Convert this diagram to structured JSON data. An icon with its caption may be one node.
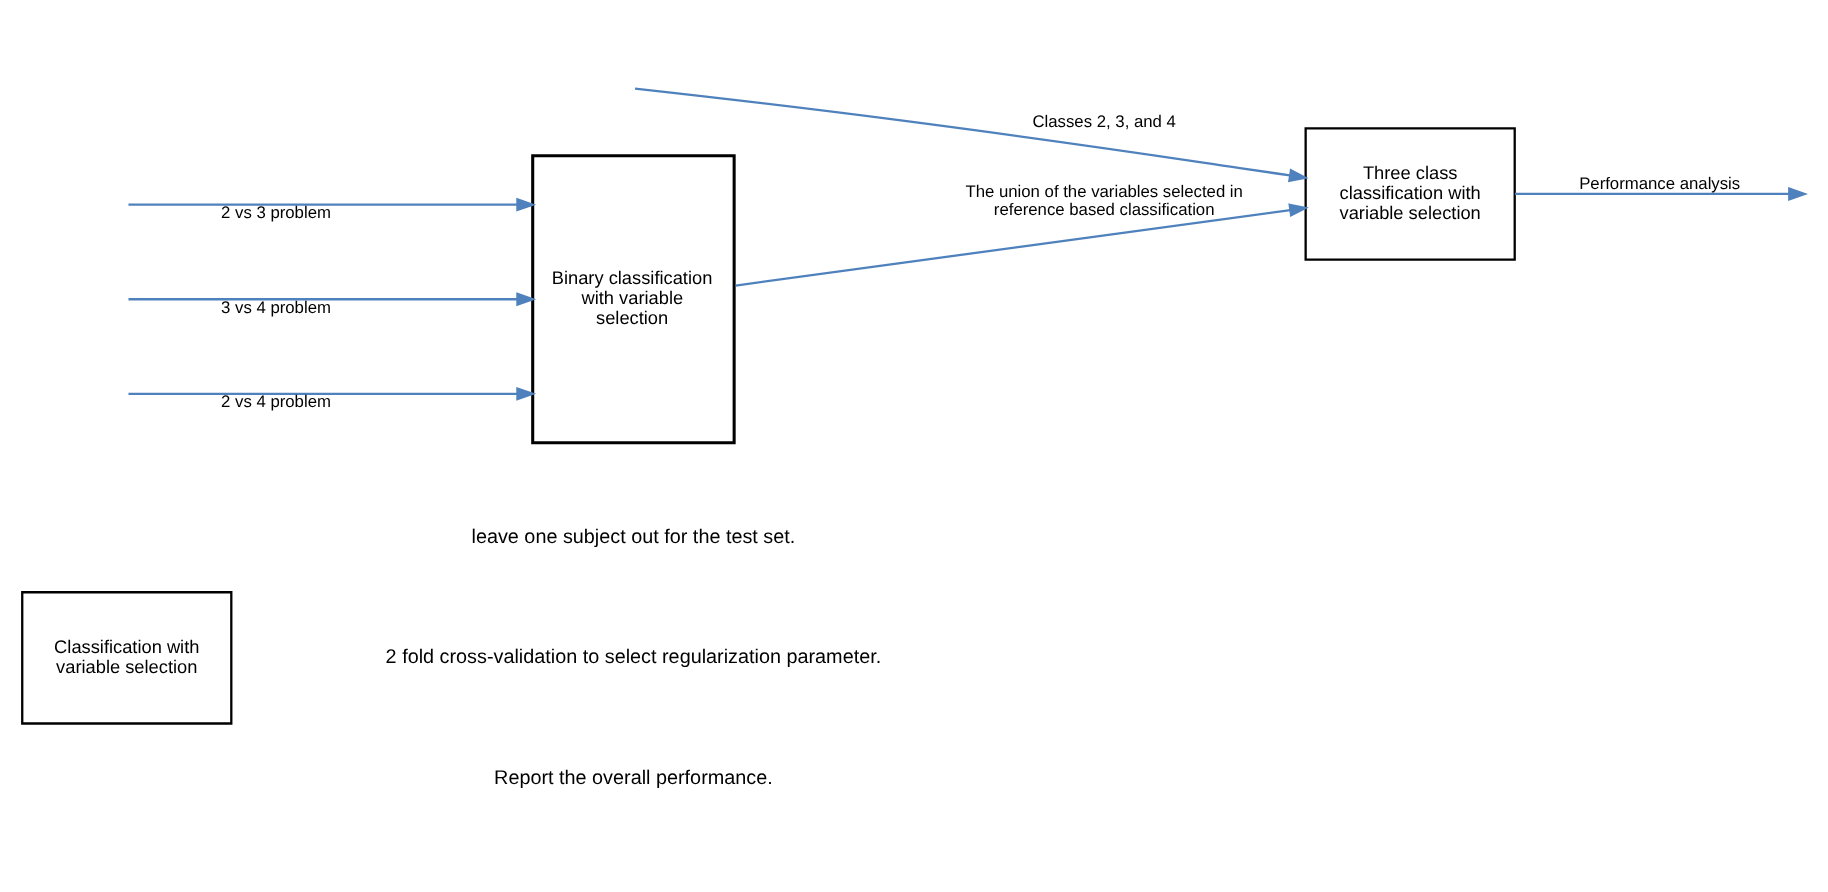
{
  "diagram": {
    "nodes": [
      {
        "text": [
          "Classification with variable selection"
        ]
      },
      {
        "text": [
          "Binary classification with variable selection"
        ]
      },
      {
        "text": [
          "Three class classification with variable selection"
        ]
      }
    ],
    "edges": [
      {
        "from": null,
        "to": 1,
        "arrow": "to",
        "label": "2 vs 3 problem"
      },
      {
        "from": null,
        "to": 1,
        "arrow": "to",
        "label": "3 vs 4 problem"
      },
      {
        "from": null,
        "to": 1,
        "arrow": "to",
        "label": "2 vs 4 problem"
      },
      {
        "from": 1,
        "to": 2,
        "arrow": "to",
        "label": "The union of the variables selected in reference based classification"
      },
      {
        "from": null,
        "to": 2,
        "arrow": "to",
        "label": "Classes 2, 3, and 4"
      },
      {
        "from": 2,
        "to": null,
        "arrow": "to",
        "label": "Performance analysis"
      }
    ],
    "labels": [
      "leave one subject out for the test set.",
      "2 fold cross-validation to select regularization parameter.",
      "Report the overall performance."
    ]
  }
}
